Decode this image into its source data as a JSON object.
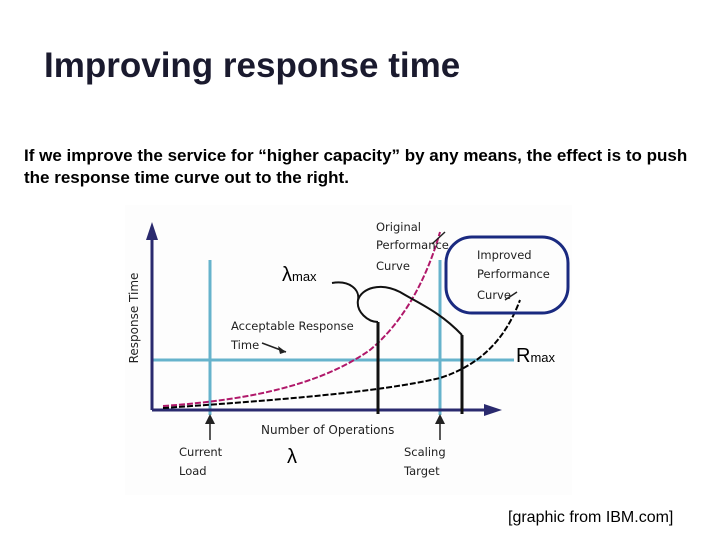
{
  "slide": {
    "title": "Improving response time",
    "subtitle": "If we improve the service for “higher capacity” by any means, the effect is to push the response time curve out to the right.",
    "credit": "[graphic from IBM.com]"
  },
  "diagram": {
    "y_axis_label": "Response Time",
    "x_axis_label": "Number of Operations",
    "original_curve_label": [
      "Original",
      "Performance",
      "Curve"
    ],
    "improved_curve_label": [
      "Improved",
      "Performance",
      "Curve"
    ],
    "acceptable_label": [
      "Acceptable Response",
      "Time"
    ],
    "current_load_label": [
      "Current",
      "Load"
    ],
    "scaling_target_label": [
      "Scaling",
      "Target"
    ],
    "lambda_max": {
      "symbol": "λ",
      "sub": "max"
    },
    "lambda": "λ",
    "r_max": {
      "symbol": "R",
      "sub": "max"
    },
    "colors": {
      "axes": "#2a2a6e",
      "guides": "#66b3cc",
      "original_curve": "#b0186a",
      "improved_curve": "#000000",
      "text": "#222222"
    }
  }
}
